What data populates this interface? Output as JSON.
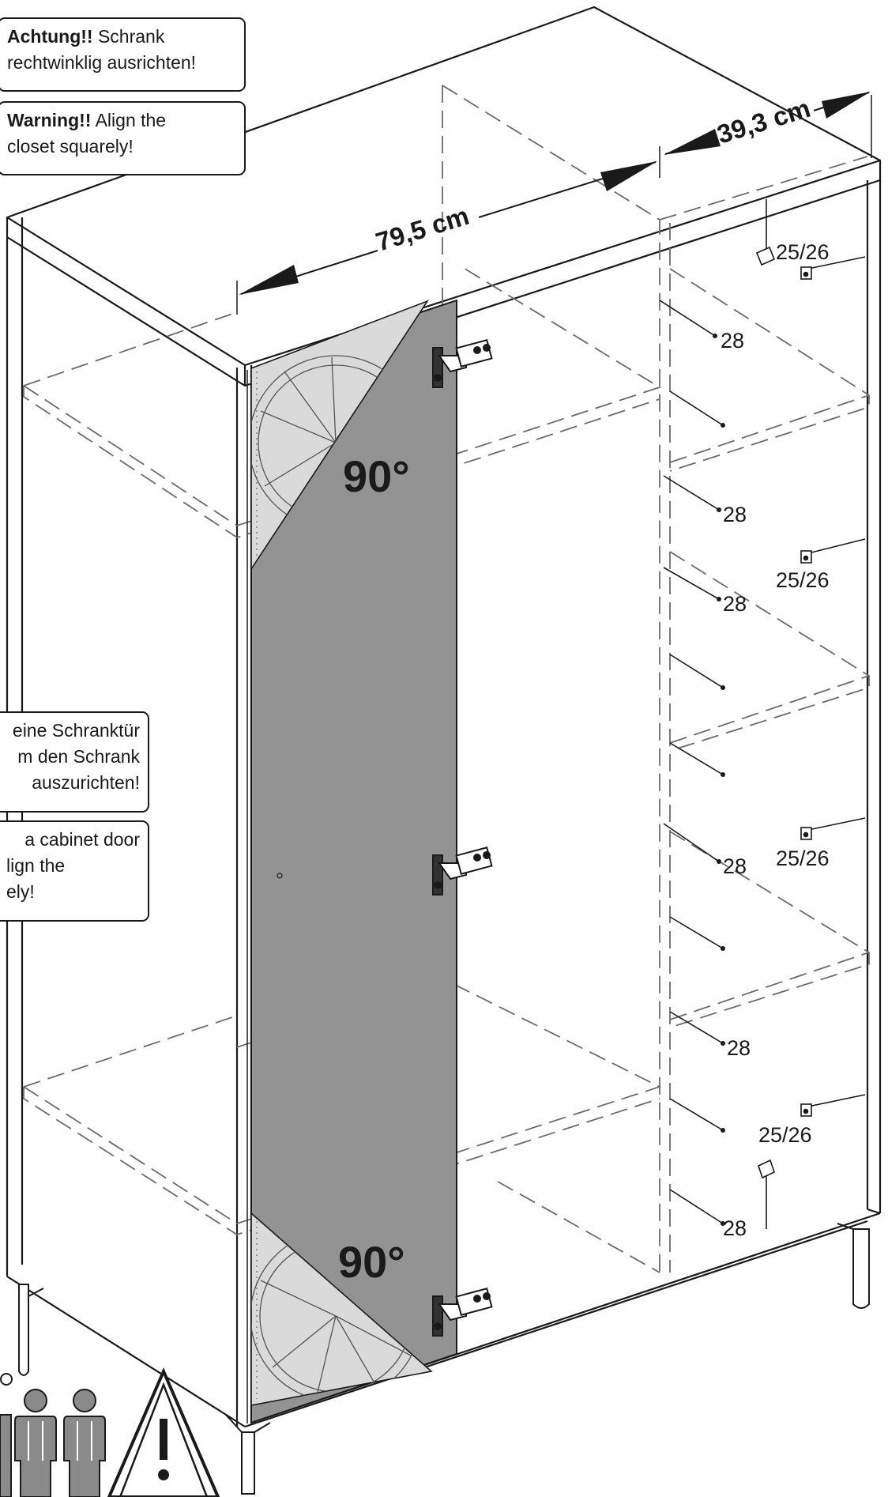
{
  "notes": {
    "top_de": {
      "bold": "Achtung!!",
      "text_1": " Schrank",
      "text_2": "rechtwinklig ausrichten!"
    },
    "top_en": {
      "bold": "Warning!!",
      "text_1": " Align the",
      "text_2": "closet squarely!"
    },
    "mid_de": {
      "line_1": "eine Schranktür",
      "line_2": "m den Schrank",
      "line_3": "auszurichten!"
    },
    "mid_en": {
      "line_1": "a cabinet door",
      "line_2": "lign the",
      "line_3": "ely!"
    }
  },
  "dimensions": {
    "width": "79,5 cm",
    "depth": "39,3 cm"
  },
  "angles": {
    "top": "90°",
    "bottom": "90°"
  },
  "part_labels": {
    "p1": "25/26",
    "p2": "28",
    "p3": "28",
    "p4": "25/26",
    "p5": "28",
    "p6": "25/26",
    "p7": "28",
    "p8": "28",
    "p9": "25/26",
    "p10": "28"
  },
  "icons": {
    "people": "two-people-icon",
    "warning": "warning-triangle-icon",
    "protractor": "protractor-icon",
    "hinge": "hinge-icon"
  },
  "colors": {
    "door": "#939393",
    "protractor": "#d9d9d9",
    "line": "#1a1a1a",
    "dash": "#6b6b6b"
  }
}
